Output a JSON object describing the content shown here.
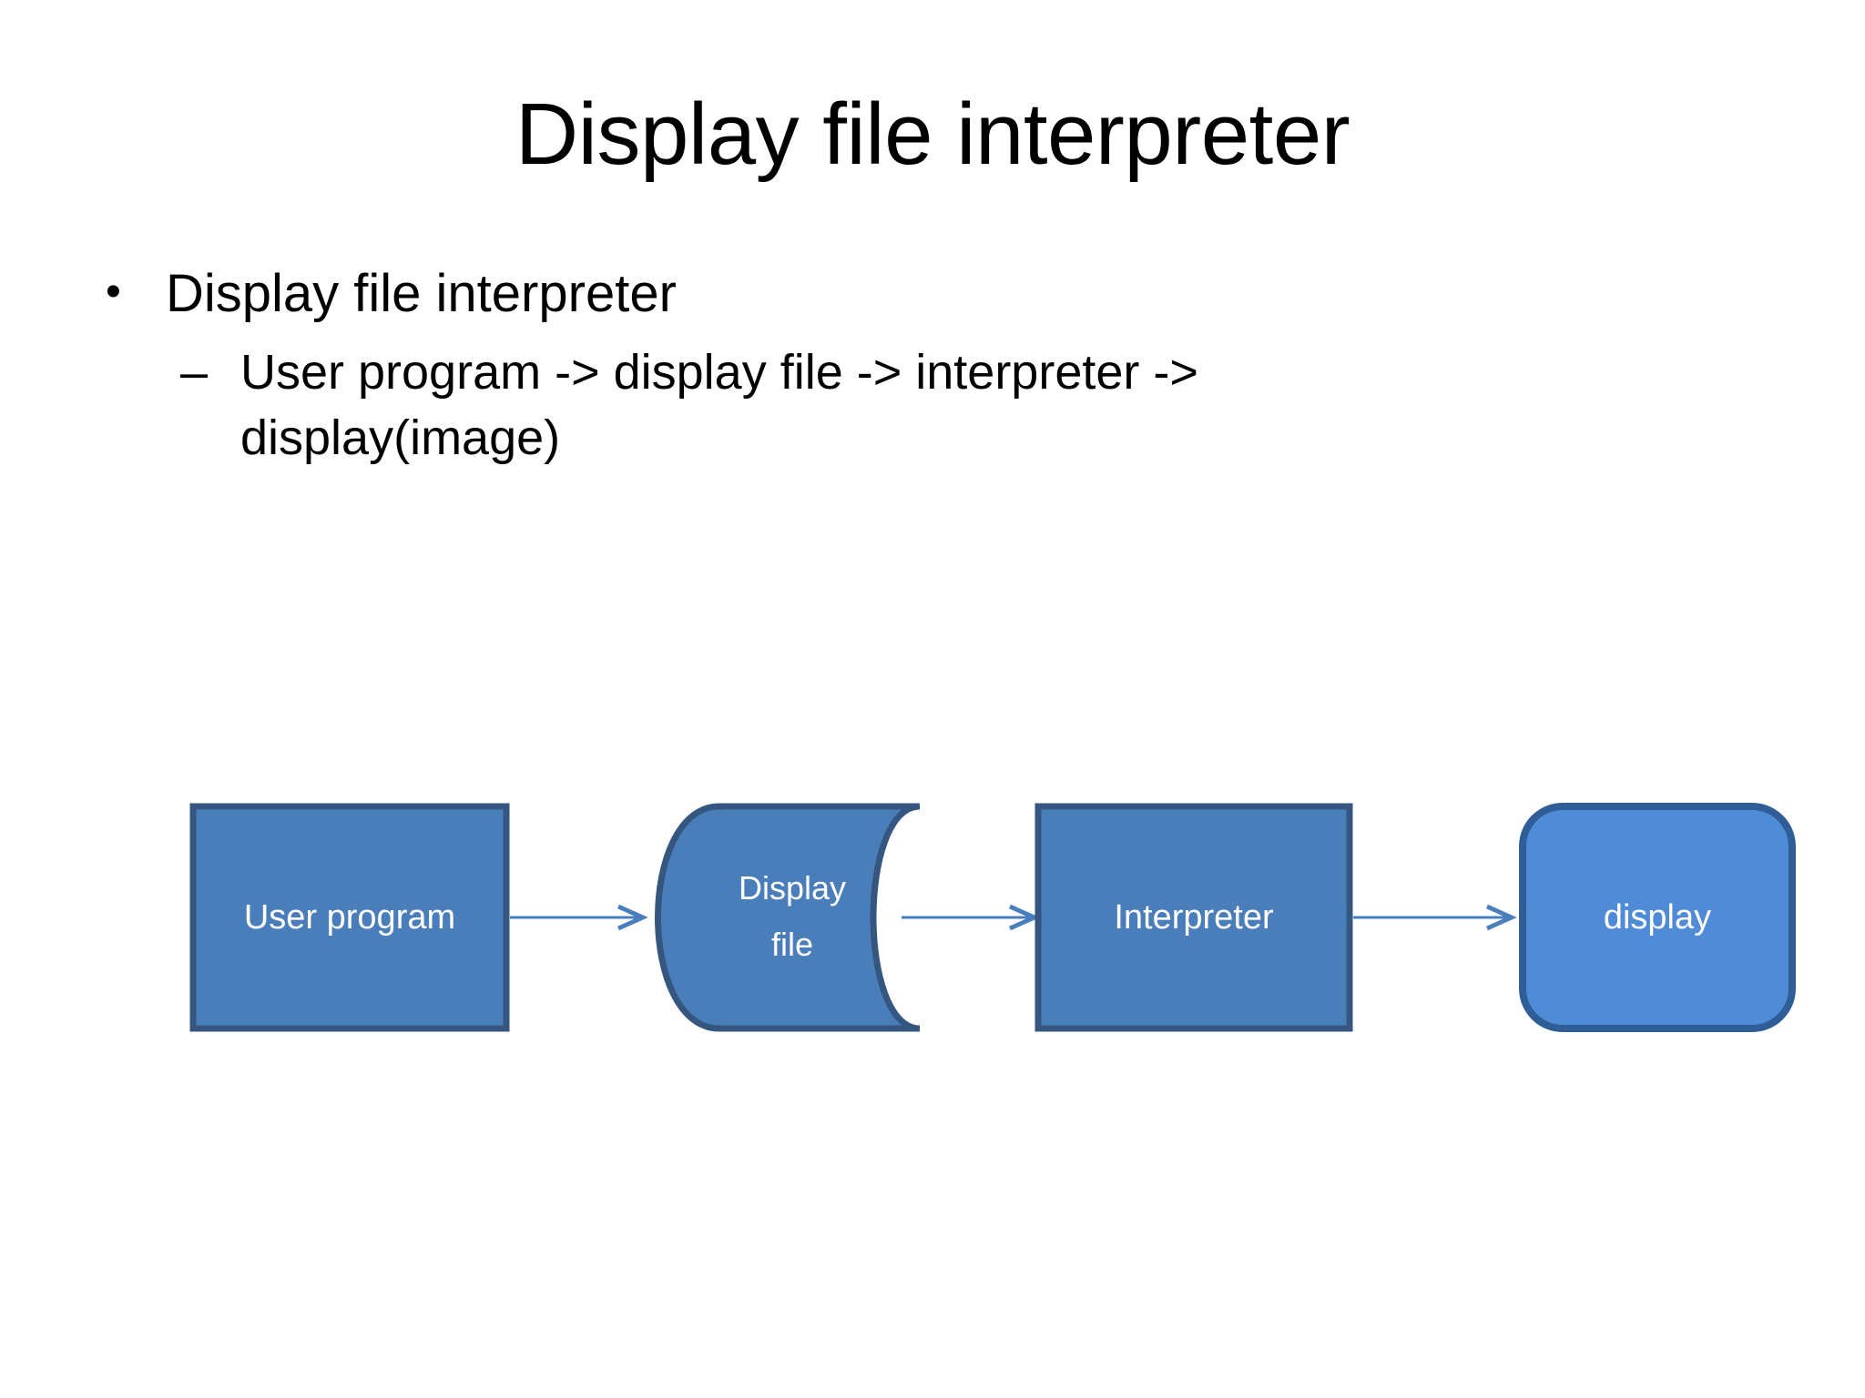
{
  "slide": {
    "title": "Display file interpreter",
    "background_color": "#FFFFFF"
  },
  "content": {
    "bullets": [
      {
        "level": 1,
        "marker": "•",
        "text": "Display file interpreter"
      },
      {
        "level": 2,
        "marker": "–",
        "text": "User program -> display file -> interpreter -> display(image)"
      }
    ]
  },
  "diagram": {
    "type": "flow",
    "nodes": [
      {
        "id": "user-program",
        "label": "User program",
        "shape": "rectangle",
        "fill": "#4A7EBB",
        "stroke": "#34567F"
      },
      {
        "id": "display-file",
        "label_line1": "Display",
        "label_line2": "file",
        "label": "Display file",
        "shape": "data-storage",
        "fill": "#4A7EBB",
        "stroke": "#34567F"
      },
      {
        "id": "interpreter",
        "label": "Interpreter",
        "shape": "rectangle",
        "fill": "#4A7EBB",
        "stroke": "#34567F"
      },
      {
        "id": "display",
        "label": "display",
        "shape": "rounded-rectangle",
        "fill": "#4F8BD6",
        "stroke": "#2E5E95"
      }
    ],
    "connectors": [
      {
        "from": "user-program",
        "to": "display-file",
        "style": "arrow",
        "color": "#4A7EBC"
      },
      {
        "from": "display-file",
        "to": "interpreter",
        "style": "arrow",
        "color": "#4A7EBC"
      },
      {
        "from": "interpreter",
        "to": "display",
        "style": "arrow",
        "color": "#4A7EBC"
      }
    ]
  }
}
